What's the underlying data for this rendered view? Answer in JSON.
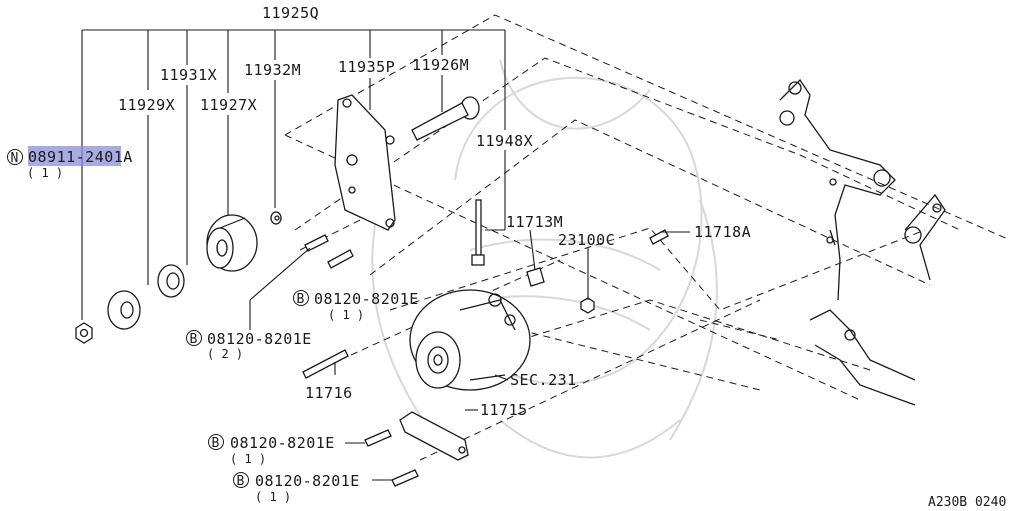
{
  "diagram": {
    "group_label": "11925Q",
    "parts": {
      "p08911": "08911-2401A",
      "p08911_qty": "( 1 )",
      "p11929": "11929X",
      "p11931": "11931X",
      "p11927": "11927X",
      "p11932": "11932M",
      "p11935": "11935P",
      "p11926": "11926M",
      "p11948": "11948X",
      "p11713": "11713M",
      "p23100": "23100C",
      "p11718": "11718A",
      "b1": "08120-8201E",
      "b1_qty": "( 1 )",
      "b2": "08120-8201E",
      "b2_qty": "( 2 )",
      "p11716": "11716",
      "sec": "SEC.231",
      "p11715": "11715",
      "b3": "08120-8201E",
      "b3_qty": "( 1 )",
      "b4": "08120-8201E",
      "b4_qty": "( 1 )"
    },
    "symbols": {
      "n": "N",
      "b": "B"
    },
    "ref_code": "A230B 0240",
    "highlight_color": "#8b8fd6"
  }
}
